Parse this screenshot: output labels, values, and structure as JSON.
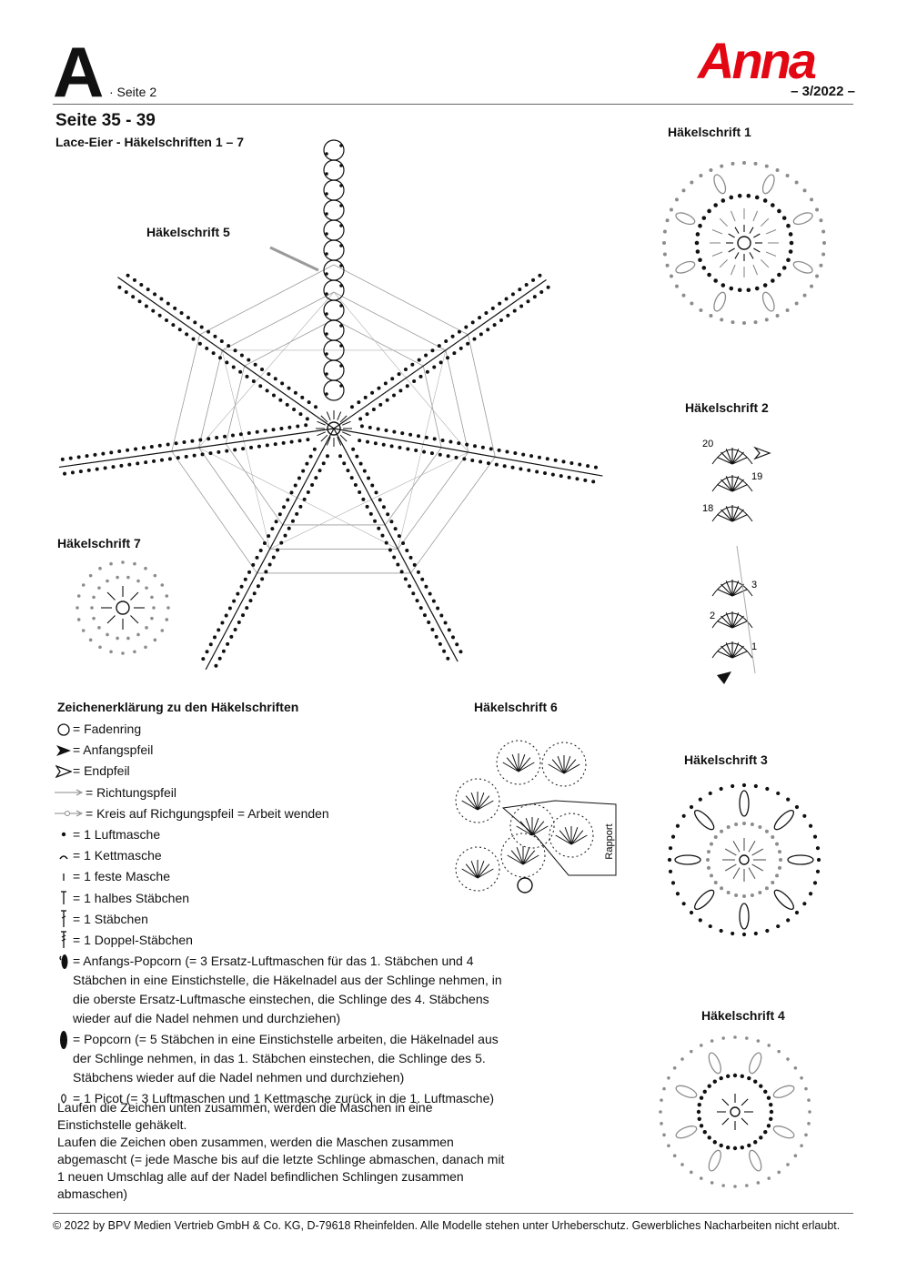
{
  "header": {
    "letter": "A",
    "page_label": "· Seite 2",
    "brand": "Anna",
    "issue": "– 3/2022 –"
  },
  "title": "Seite 35 - 39",
  "subtitle": "Lace-Eier - Häkelschriften 1 – 7",
  "charts": {
    "c1": "Häkelschrift 1",
    "c2": "Häkelschrift 2",
    "c3": "Häkelschrift 3",
    "c4": "Häkelschrift 4",
    "c5": "Häkelschrift 5",
    "c6": "Häkelschrift 6",
    "c7": "Häkelschrift 7"
  },
  "chart2_numbers": [
    "20",
    "19",
    "18",
    "3",
    "2",
    "1"
  ],
  "chart6_rapport": "Rapport",
  "legend": {
    "title": "Zeichenerklärung zu den Häkelschriften",
    "items": [
      {
        "icon": "ring-icon",
        "text": "= Fadenring"
      },
      {
        "icon": "start-arrow-icon",
        "text": "= Anfangspfeil"
      },
      {
        "icon": "end-arrow-icon",
        "text": "= Endpfeil"
      },
      {
        "icon": "direction-arrow-icon",
        "text": "= Richtungspfeil"
      },
      {
        "icon": "turn-arrow-icon",
        "text": "= Kreis auf Richgungspfeil = Arbeit wenden"
      },
      {
        "icon": "chain-stitch-icon",
        "text": "= 1 Luftmasche"
      },
      {
        "icon": "slip-stitch-icon",
        "text": "= 1 Kettmasche"
      },
      {
        "icon": "single-crochet-icon",
        "text": "= 1 feste Masche"
      },
      {
        "icon": "half-double-icon",
        "text": "= 1 halbes Stäbchen"
      },
      {
        "icon": "double-crochet-icon",
        "text": "= 1 Stäbchen"
      },
      {
        "icon": "treble-crochet-icon",
        "text": "= 1 Doppel-Stäbchen"
      },
      {
        "icon": "start-popcorn-icon",
        "text": "= Anfangs-Popcorn (= 3 Ersatz-Luftmaschen für das 1. Stäbchen und 4 Stäbchen in eine Einstichstelle, die Häkelnadel aus der Schlinge nehmen, in die oberste Ersatz-Luftmasche einstechen, die Schlinge des 4. Stäbchens wieder auf die Nadel nehmen und durchziehen)"
      },
      {
        "icon": "popcorn-icon",
        "text": "= Popcorn (= 5 Stäbchen in eine Einstichstelle arbeiten, die Häkelnadel aus der Schlinge nehmen, in das 1. Stäbchen einstechen, die Schlinge des 5. Stäbchens wieder auf die Nadel nehmen und durchziehen)"
      },
      {
        "icon": "picot-icon",
        "text": "= 1 Picot (= 3 Luftmaschen und 1 Kettmasche zurück in die 1. Luftmasche)"
      }
    ]
  },
  "notes": [
    "Laufen die Zeichen unten zusammen, werden die Maschen in eine Einstichstelle gehäkelt.",
    "Laufen die Zeichen oben zusammen, werden die Maschen zusammen abgemascht (= jede Masche bis auf die letzte Schlinge abmaschen, danach mit 1 neuen Umschlag alle auf der Nadel befindlichen Schlingen zusammen abmaschen)"
  ],
  "footer": "© 2022 by BPV Medien Vertrieb GmbH & Co. KG, D-79618 Rheinfelden. Alle Modelle stehen unter Urheberschutz. Gewerbliches Nacharbeiten nicht erlaubt.",
  "colors": {
    "brand_red": "#e30613",
    "ink": "#111111",
    "grey": "#888888"
  }
}
